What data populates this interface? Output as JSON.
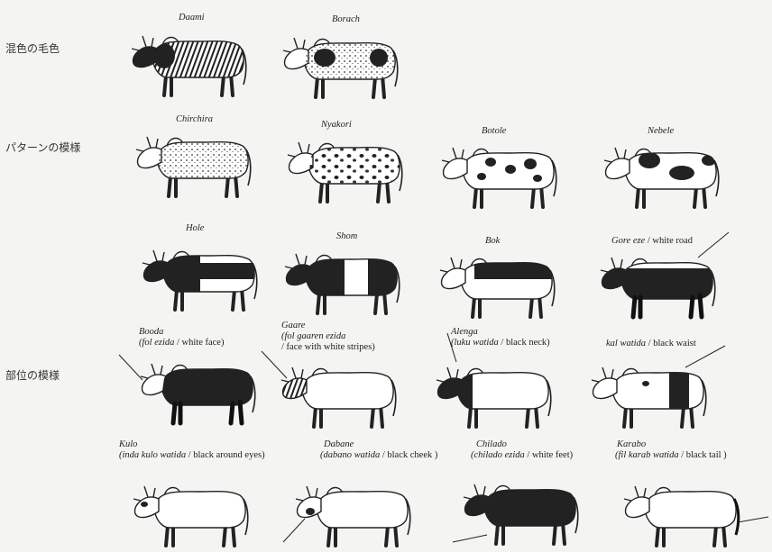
{
  "row_labels": {
    "mixed": "混色の毛色",
    "pattern": "パターンの模様",
    "part": "部位の模様"
  },
  "cows": {
    "daami": {
      "name": "Daami"
    },
    "borach": {
      "name": "Borach"
    },
    "chirchira": {
      "name": "Chirchira"
    },
    "nyakori": {
      "name": "Nyakori"
    },
    "botole": {
      "name": "Botole"
    },
    "nebele": {
      "name": "Nebele"
    },
    "hole": {
      "name": "Hole"
    },
    "shom": {
      "name": "Shom"
    },
    "bok": {
      "name": "Bok"
    },
    "gore_eze": {
      "name": "Gore eze",
      "gloss": " / white road"
    },
    "booda": {
      "name": "Booda",
      "local": "(fol ezida",
      "gloss": "  / white face)"
    },
    "gaare": {
      "name": "Gaare",
      "local": "(fol gaaren ezida",
      "gloss": "/ face with white stripes)"
    },
    "alenga": {
      "name": "Alenga",
      "local": "(luku watida",
      "gloss": " / black neck)"
    },
    "kal_watida": {
      "name": "kal watida",
      "gloss": " / black waist"
    },
    "kulo": {
      "name": "Kulo",
      "local": "(inda kulo watida",
      "gloss": " / black around eyes)"
    },
    "dabane": {
      "name": "Dabane",
      "local": "(dabano watida",
      "gloss": " / black cheek )"
    },
    "chilado": {
      "name": "Chilado",
      "local": "(chilado ezida",
      "gloss": " / white feet)"
    },
    "karabo": {
      "name": "Karabo",
      "local": "(fil karab watida",
      "gloss": " / black tail )"
    }
  }
}
